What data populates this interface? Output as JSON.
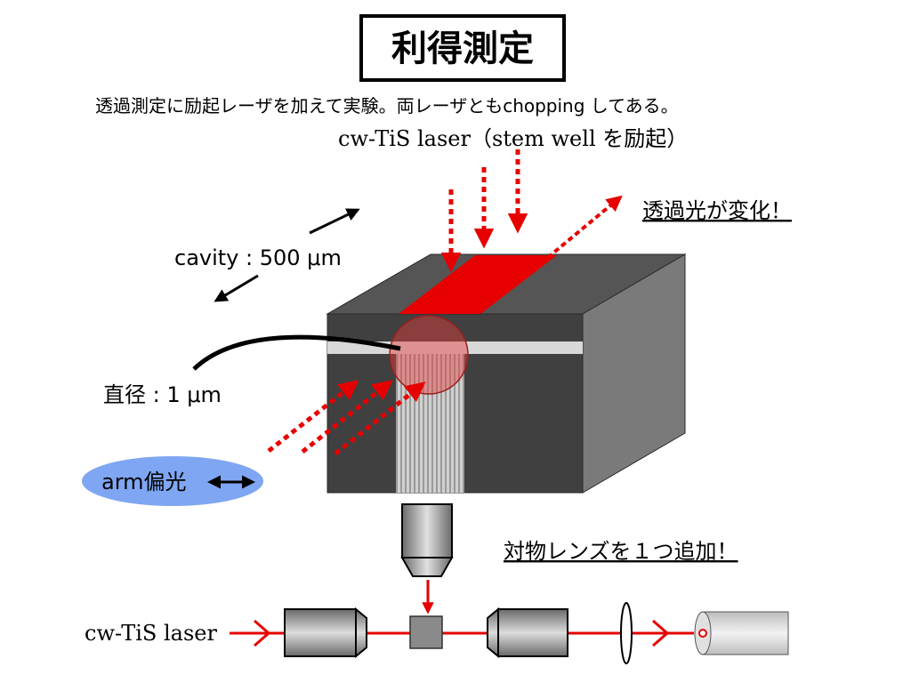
{
  "title": "利得測定",
  "subtitle": "透過測定に励起レーザを加えて実験。両レーザともchopping してある。",
  "labels": {
    "excitation": "cw-TiS laser（stem well を励起）",
    "transmission_change": "透過光が変化！",
    "cavity": "cavity : 500 μm",
    "diameter": "直径 : 1 μm",
    "polarization": "arm偏光",
    "objective_added": "対物レンズを１つ追加！",
    "probe_laser": "cw-TiS laser"
  },
  "colors": {
    "laser_red": "#e60000",
    "block_dark": "#404040",
    "block_top": "#555555",
    "block_side": "#7a7a7a",
    "polarization_ellipse": "#7ea6f2"
  }
}
